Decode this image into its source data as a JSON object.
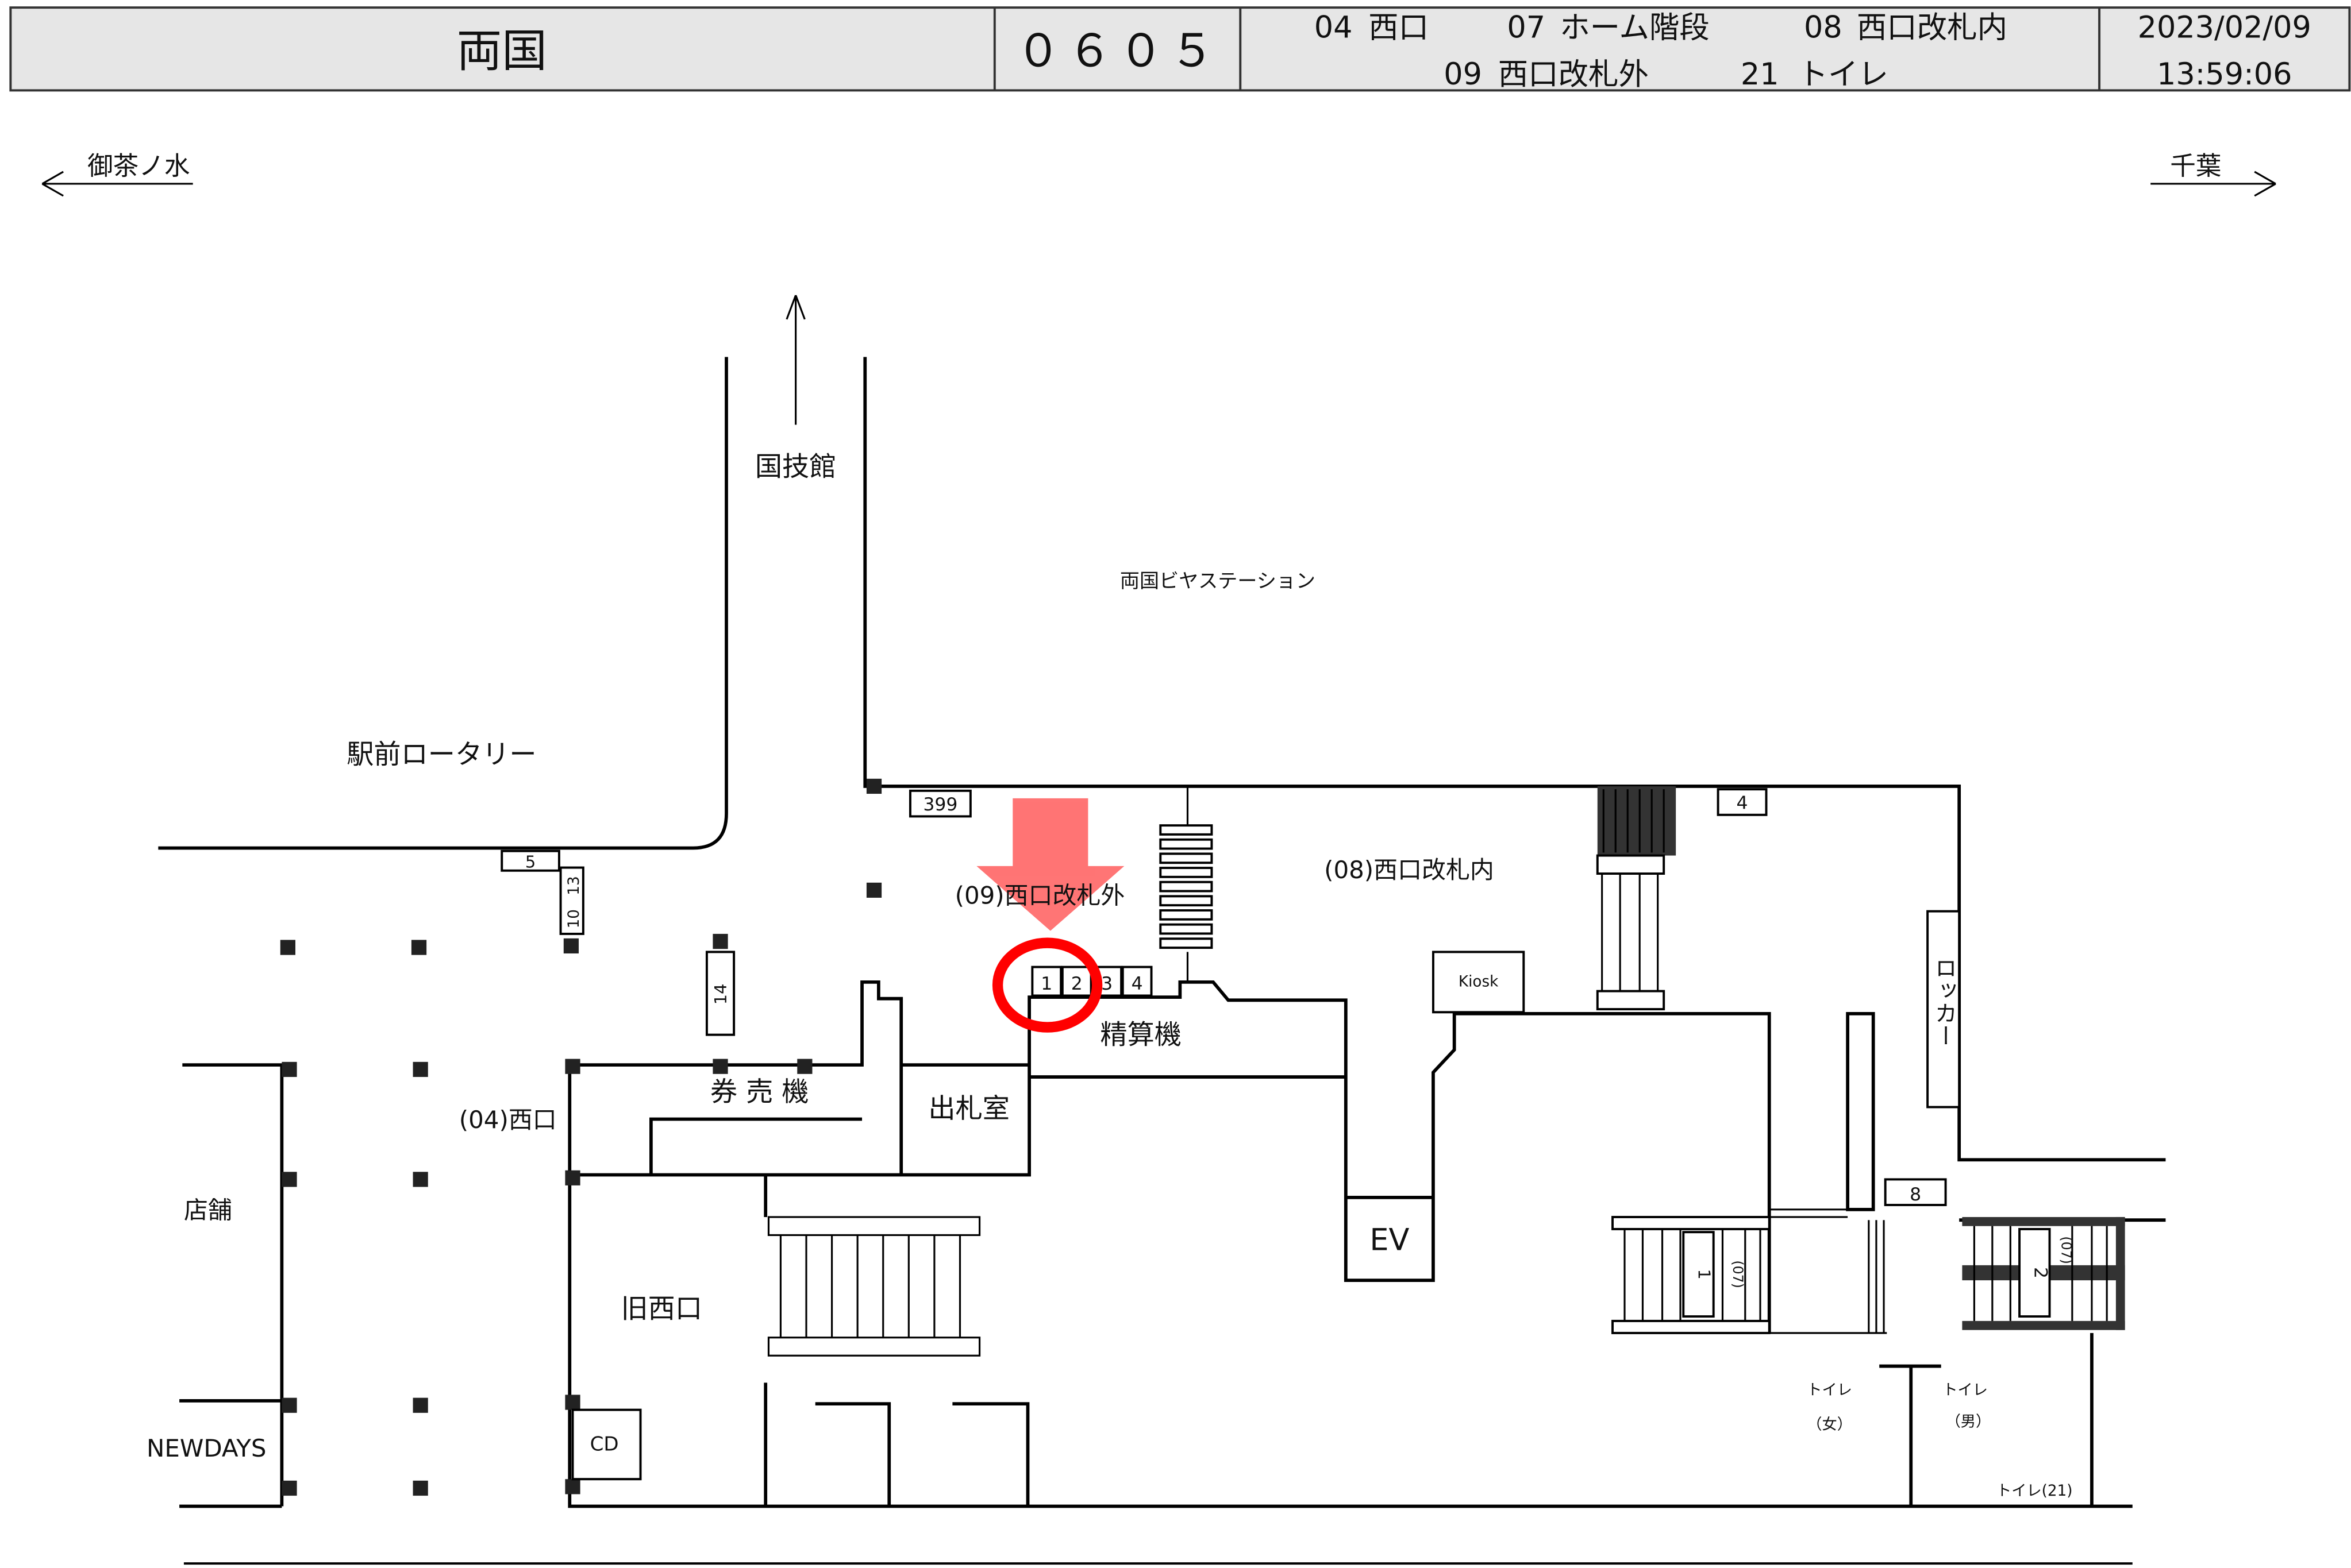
{
  "header": {
    "station": "両国",
    "code": "０６０５",
    "legend": [
      {
        "num": "04",
        "label": "西口"
      },
      {
        "num": "07",
        "label": "ホーム階段"
      },
      {
        "num": "08",
        "label": "西口改札内"
      },
      {
        "num": "09",
        "label": "西口改札外"
      },
      {
        "num": "21",
        "label": "トイレ"
      }
    ],
    "date": "2023/02/09",
    "time": "13:59:06"
  },
  "directions": {
    "left": "御茶ノ水",
    "right": "千葉"
  },
  "labels": {
    "kokugikan": "国技館",
    "beer_station": "両国ビヤステーション",
    "rotary": "駅前ロータリー",
    "gate_outside": "(09)西口改札外",
    "gate_inside": "(08)西口改札内",
    "fare_adjust": "精算機",
    "ticket_machine": "券 売 機",
    "ticket_office": "出札室",
    "west_exit": "(04)西口",
    "shop": "店舗",
    "old_west_exit": "旧西口",
    "newdays": "NEWDAYS",
    "ev": "EV",
    "kiosk": "Kiosk",
    "locker": "ロッカー",
    "cd": "CD",
    "toilet_f_1": "トイレ",
    "toilet_f_2": "（女）",
    "toilet_m_1": "トイレ",
    "toilet_m_2": "（男）",
    "toilet_21": "トイレ(21)",
    "stair_07": "(07)"
  },
  "numbers": {
    "n399": "399",
    "n4": "4",
    "n5": "5",
    "n10": "10",
    "n13": "13",
    "n14": "14",
    "n8": "8",
    "stair1": "1",
    "stair2": "2"
  },
  "gates": [
    "1",
    "2",
    "3",
    "4"
  ],
  "highlight": {
    "target_gate": "1",
    "color": "#ff0000",
    "arrow_color": "#ff6666"
  }
}
